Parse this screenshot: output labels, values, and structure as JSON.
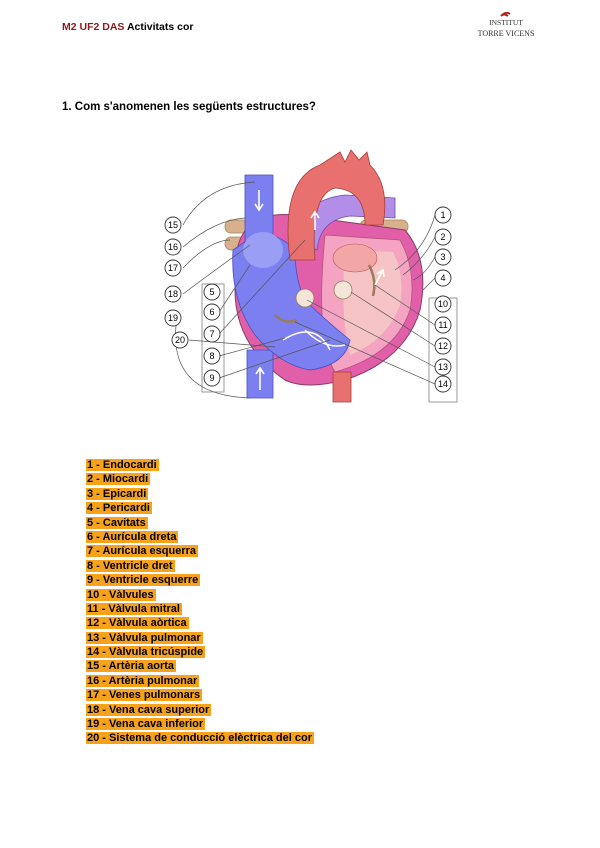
{
  "header": {
    "course_code": "M2 UF2 DAS",
    "title": "Activitats cor",
    "logo_line1": "INSTITUT",
    "logo_line2": "TORRE VICENS"
  },
  "question": {
    "text": "1. Com s'anomenen les següents estructures?"
  },
  "diagram": {
    "labels": [
      "1",
      "2",
      "3",
      "4",
      "5",
      "6",
      "7",
      "8",
      "9",
      "10",
      "11",
      "12",
      "13",
      "14",
      "15",
      "16",
      "17",
      "18",
      "19",
      "20"
    ],
    "colors": {
      "oxygenated": "#e8706e",
      "deoxygenated": "#7b7ff0",
      "pulmonary_vein": "#d9b08c",
      "pericardium": "#e05fa8",
      "aorta_inner": "#b28ee8"
    }
  },
  "answers": [
    "1 - Endocardi",
    "2 - Miocardi",
    "3 - Epicardi",
    "4 - Pericardi",
    "5 - Cavitats",
    "6 - Aurícula dreta",
    "7 - Aurícula esquerra",
    "8 - Ventricle dret",
    "9 - Ventricle esquerre",
    "10 - Vàlvules",
    "11 - Vàlvula mitral",
    "12 - Vàlvula aòrtica",
    "13 - Vàlvula pulmonar",
    "14 - Vàlvula tricúspide",
    "15 - Artèria aorta",
    "16 - Artèria pulmonar",
    "17 - Venes pulmonars",
    "18 - Vena cava superior",
    "19 - Vena cava inferior",
    "20 - Sistema de conducció elèctrica del cor"
  ],
  "highlight_color": "#f7a21b"
}
